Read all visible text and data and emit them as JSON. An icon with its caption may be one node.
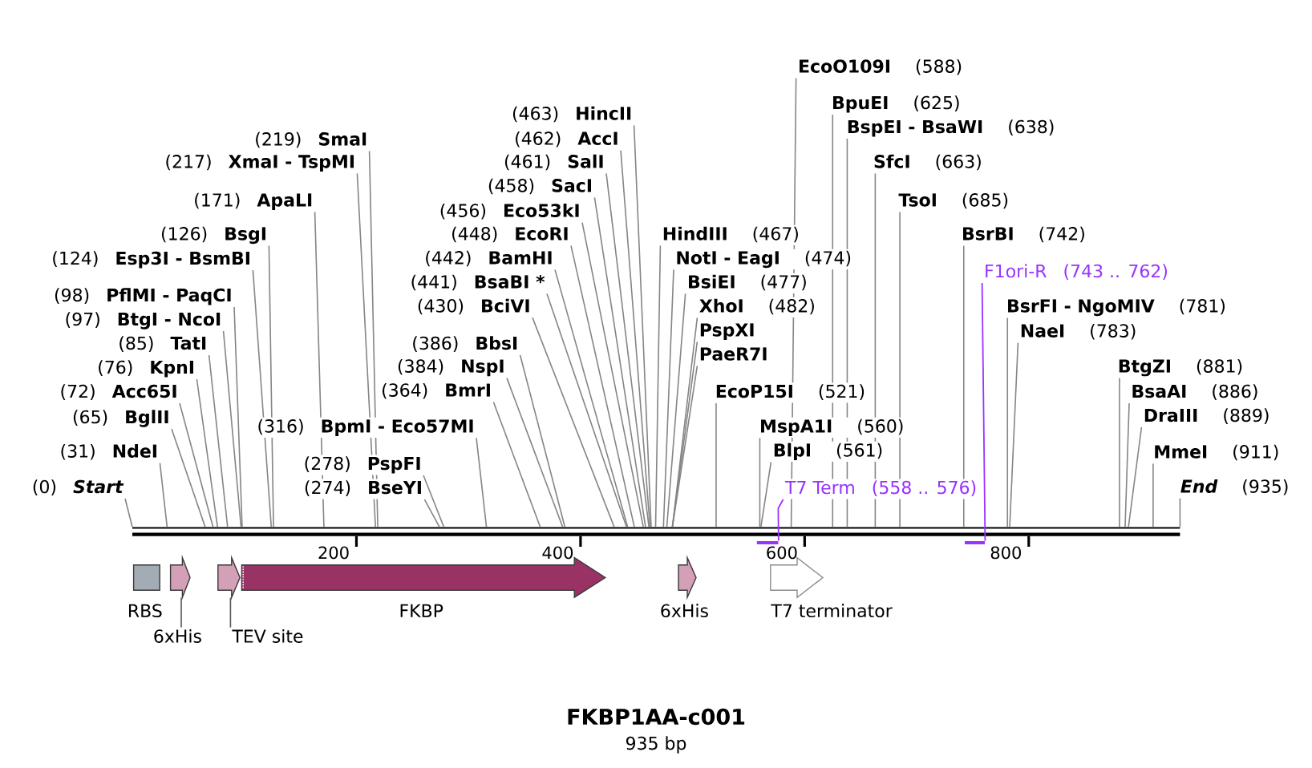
{
  "diagram": {
    "title": "FKBP1AA-c001",
    "caption": "935 bp",
    "nodes": [
      {
        "text": [
          "(0)",
          "Start"
        ]
      },
      {
        "text": [
          "(31)",
          "NdeI"
        ]
      },
      {
        "text": [
          "(65)",
          "BglII"
        ]
      },
      {
        "text": [
          "(72)",
          "Acc65I"
        ]
      },
      {
        "text": [
          "(76)",
          "KpnI"
        ]
      },
      {
        "text": [
          "(85)",
          "TatI"
        ]
      },
      {
        "text": [
          "(97)",
          "BtgI - NcoI"
        ]
      },
      {
        "text": [
          "(98)",
          "PflMI - PaqCI"
        ]
      },
      {
        "text": [
          "(124)",
          "Esp3I - BsmBI"
        ]
      },
      {
        "text": [
          "(126)",
          "BsgI"
        ]
      },
      {
        "text": [
          "(171)",
          "ApaLI"
        ]
      },
      {
        "text": [
          "(217)",
          "XmaI - TspMI"
        ]
      },
      {
        "text": [
          "(219)",
          "SmaI"
        ]
      },
      {
        "text": [
          "(274)",
          "BseYI"
        ]
      },
      {
        "text": [
          "(278)",
          "PspFI"
        ]
      },
      {
        "text": [
          "(316)",
          "BpmI - Eco57MI"
        ]
      },
      {
        "text": [
          "(364)",
          "BmrI"
        ]
      },
      {
        "text": [
          "(384)",
          "NspI"
        ]
      },
      {
        "text": [
          "(386)",
          "BbsI"
        ]
      },
      {
        "text": [
          "(430)",
          "BciVI"
        ]
      },
      {
        "text": [
          "(441)",
          "BsaBI *"
        ]
      },
      {
        "text": [
          "(442)",
          "BamHI"
        ]
      },
      {
        "text": [
          "(448)",
          "EcoRI"
        ]
      },
      {
        "text": [
          "(456)",
          "Eco53kI"
        ]
      },
      {
        "text": [
          "(458)",
          "SacI"
        ]
      },
      {
        "text": [
          "(461)",
          "SalI"
        ]
      },
      {
        "text": [
          "(462)",
          "AccI"
        ]
      },
      {
        "text": [
          "(463)",
          "HincII"
        ]
      },
      {
        "text": [
          "HindIII",
          "(467)"
        ]
      },
      {
        "text": [
          "NotI - EagI",
          "(474)"
        ]
      },
      {
        "text": [
          "BsiEI",
          "(477)"
        ]
      },
      {
        "text": [
          "XhoI",
          "(482)"
        ]
      },
      {
        "text": [
          "PspXI"
        ]
      },
      {
        "text": [
          "PaeR7I"
        ]
      },
      {
        "text": [
          "EcoP15I",
          "(521)"
        ]
      },
      {
        "text": [
          "MspA1I",
          "(560)"
        ]
      },
      {
        "text": [
          "BlpI",
          "(561)"
        ]
      },
      {
        "text": [
          "EcoO109I",
          "(588)"
        ]
      },
      {
        "text": [
          "BpuEI",
          "(625)"
        ]
      },
      {
        "text": [
          "BspEI - BsaWI",
          "(638)"
        ]
      },
      {
        "text": [
          "SfcI",
          "(663)"
        ]
      },
      {
        "text": [
          "TsoI",
          "(685)"
        ]
      },
      {
        "text": [
          "BsrBI",
          "(742)"
        ]
      },
      {
        "text": [
          "BsrFI - NgoMIV",
          "(781)"
        ]
      },
      {
        "text": [
          "NaeI",
          "(783)"
        ]
      },
      {
        "text": [
          "BtgZI",
          "(881)"
        ]
      },
      {
        "text": [
          "BsaAI",
          "(886)"
        ]
      },
      {
        "text": [
          "DraIII",
          "(889)"
        ]
      },
      {
        "text": [
          "MmeI",
          "(911)"
        ]
      },
      {
        "text": [
          "End",
          "(935)"
        ]
      },
      {
        "text": [
          "T7 Term",
          "(558 .. 576)"
        ]
      },
      {
        "text": [
          "F1ori-R",
          "(743 .. 762)"
        ]
      },
      {
        "text": [],
        "shape": "line"
      },
      {
        "text": [],
        "shape": "bar"
      },
      {
        "text": [],
        "shape": "bar"
      },
      {
        "text": [
          "RBS"
        ]
      },
      {
        "text": [],
        "shape": "arrow"
      },
      {
        "text": [
          "6xHis"
        ]
      },
      {
        "text": [],
        "shape": "arrow"
      },
      {
        "text": [
          "TEV site"
        ]
      },
      {
        "text": [
          "FKBP"
        ]
      },
      {
        "text": [
          "6xHis"
        ]
      },
      {
        "text": [
          "T7 terminator"
        ]
      }
    ],
    "edges": [
      {
        "from": 0,
        "to": 52,
        "arrow": "none"
      },
      {
        "from": 1,
        "to": 52,
        "arrow": "none"
      },
      {
        "from": 2,
        "to": 52,
        "arrow": "none"
      },
      {
        "from": 3,
        "to": 52,
        "arrow": "none"
      },
      {
        "from": 4,
        "to": 52,
        "arrow": "none"
      },
      {
        "from": 5,
        "to": 52,
        "arrow": "none"
      },
      {
        "from": 6,
        "to": 52,
        "arrow": "none"
      },
      {
        "from": 7,
        "to": 52,
        "arrow": "none"
      },
      {
        "from": 8,
        "to": 52,
        "arrow": "none"
      },
      {
        "from": 9,
        "to": 52,
        "arrow": "none"
      },
      {
        "from": 10,
        "to": 52,
        "arrow": "none"
      },
      {
        "from": 11,
        "to": 52,
        "arrow": "none"
      },
      {
        "from": 12,
        "to": 52,
        "arrow": "none"
      },
      {
        "from": 13,
        "to": 52,
        "arrow": "none"
      },
      {
        "from": 14,
        "to": 52,
        "arrow": "none"
      },
      {
        "from": 15,
        "to": 52,
        "arrow": "none"
      },
      {
        "from": 16,
        "to": 52,
        "arrow": "none"
      },
      {
        "from": 17,
        "to": 52,
        "arrow": "none"
      },
      {
        "from": 18,
        "to": 52,
        "arrow": "none"
      },
      {
        "from": 19,
        "to": 52,
        "arrow": "none"
      },
      {
        "from": 20,
        "to": 52,
        "arrow": "none"
      },
      {
        "from": 21,
        "to": 52,
        "arrow": "none"
      },
      {
        "from": 22,
        "to": 52,
        "arrow": "none"
      },
      {
        "from": 23,
        "to": 52,
        "arrow": "none"
      },
      {
        "from": 24,
        "to": 52,
        "arrow": "none"
      },
      {
        "from": 25,
        "to": 52,
        "arrow": "none"
      },
      {
        "from": 26,
        "to": 52,
        "arrow": "none"
      },
      {
        "from": 27,
        "to": 52,
        "arrow": "none"
      },
      {
        "from": 28,
        "to": 52,
        "arrow": "none"
      },
      {
        "from": 29,
        "to": 52,
        "arrow": "none"
      },
      {
        "from": 30,
        "to": 52,
        "arrow": "none"
      },
      {
        "from": 31,
        "to": 52,
        "arrow": "none"
      },
      {
        "from": 32,
        "to": 52,
        "arrow": "none"
      },
      {
        "from": 33,
        "to": 52,
        "arrow": "none"
      },
      {
        "from": 34,
        "to": 52,
        "arrow": "none"
      },
      {
        "from": 35,
        "to": 52,
        "arrow": "none"
      },
      {
        "from": 36,
        "to": 52,
        "arrow": "none"
      },
      {
        "from": 37,
        "to": 52,
        "arrow": "none"
      },
      {
        "from": 38,
        "to": 52,
        "arrow": "none"
      },
      {
        "from": 39,
        "to": 52,
        "arrow": "none"
      },
      {
        "from": 40,
        "to": 52,
        "arrow": "none"
      },
      {
        "from": 41,
        "to": 52,
        "arrow": "none"
      },
      {
        "from": 42,
        "to": 52,
        "arrow": "none"
      },
      {
        "from": 43,
        "to": 52,
        "arrow": "none"
      },
      {
        "from": 44,
        "to": 52,
        "arrow": "none"
      },
      {
        "from": 45,
        "to": 52,
        "arrow": "none"
      },
      {
        "from": 46,
        "to": 52,
        "arrow": "none"
      },
      {
        "from": 47,
        "to": 52,
        "arrow": "none"
      },
      {
        "from": 48,
        "to": 52,
        "arrow": "none"
      },
      {
        "from": 49,
        "to": 52,
        "arrow": "none"
      },
      {
        "from": 50,
        "to": 53,
        "arrow": "none",
        "color": "#9933ff"
      },
      {
        "from": 51,
        "to": 54,
        "arrow": "none",
        "color": "#9933ff"
      },
      {
        "from": 57,
        "to": 56,
        "arrow": "none"
      },
      {
        "from": 59,
        "to": 58,
        "arrow": "none"
      }
    ],
    "labels": [
      "200",
      "400",
      "600",
      "800"
    ]
  }
}
